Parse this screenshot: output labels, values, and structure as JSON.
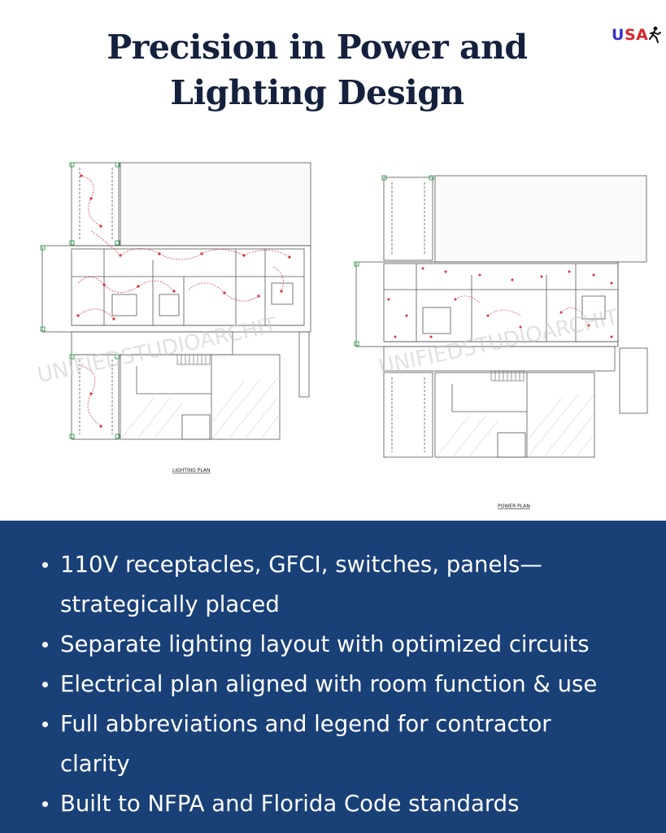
{
  "title": {
    "line1": "Precision in Power and",
    "line2": "Lighting Design"
  },
  "logo": {
    "u": "U",
    "sa": "SA"
  },
  "plans": {
    "lighting_label": "LIGHTING PLAN",
    "power_label": "POWER PLAN",
    "watermark": "UNIFIEDSTUDIOARCHIT"
  },
  "bullets": [
    {
      "line1": "110V receptacles, GFCI, switches, panels—",
      "line2": "strategically placed"
    },
    {
      "line1": "Separate lighting layout with optimized circuits",
      "line2": ""
    },
    {
      "line1": "Electrical plan aligned with room function & use",
      "line2": ""
    },
    {
      "line1": "Full abbreviations and legend for contractor",
      "line2": "clarity"
    },
    {
      "line1": "Built to NFPA and Florida Code standards",
      "line2": ""
    }
  ],
  "colors": {
    "title": "#14213d",
    "panel_bg": "#1a4078",
    "logo_blue": "#3a35c4",
    "logo_red": "#d7262b",
    "circuit_red": "#d8303a"
  }
}
